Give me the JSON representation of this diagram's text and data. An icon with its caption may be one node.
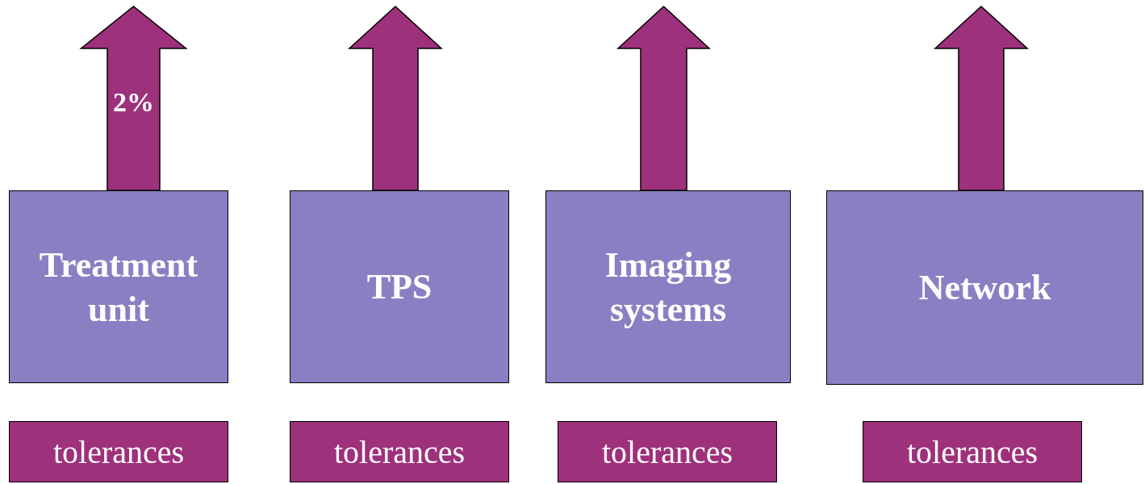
{
  "diagram": {
    "nodes": [
      {
        "text": [
          "Treatment unit"
        ]
      },
      {
        "text": [
          "TPS"
        ]
      },
      {
        "text": [
          "Imaging systems"
        ]
      },
      {
        "text": [
          "Network"
        ]
      },
      {
        "text": [
          "tolerances"
        ]
      },
      {
        "text": [
          "tolerances"
        ]
      },
      {
        "text": [
          "tolerances"
        ]
      },
      {
        "text": [
          "tolerances"
        ]
      }
    ],
    "edges": [
      {
        "from": 0,
        "to": null,
        "arrow": "to",
        "label": "2%"
      },
      {
        "from": 1,
        "to": null,
        "arrow": "to"
      },
      {
        "from": 2,
        "to": null,
        "arrow": "to"
      },
      {
        "from": 3,
        "to": null,
        "arrow": "to"
      }
    ]
  }
}
